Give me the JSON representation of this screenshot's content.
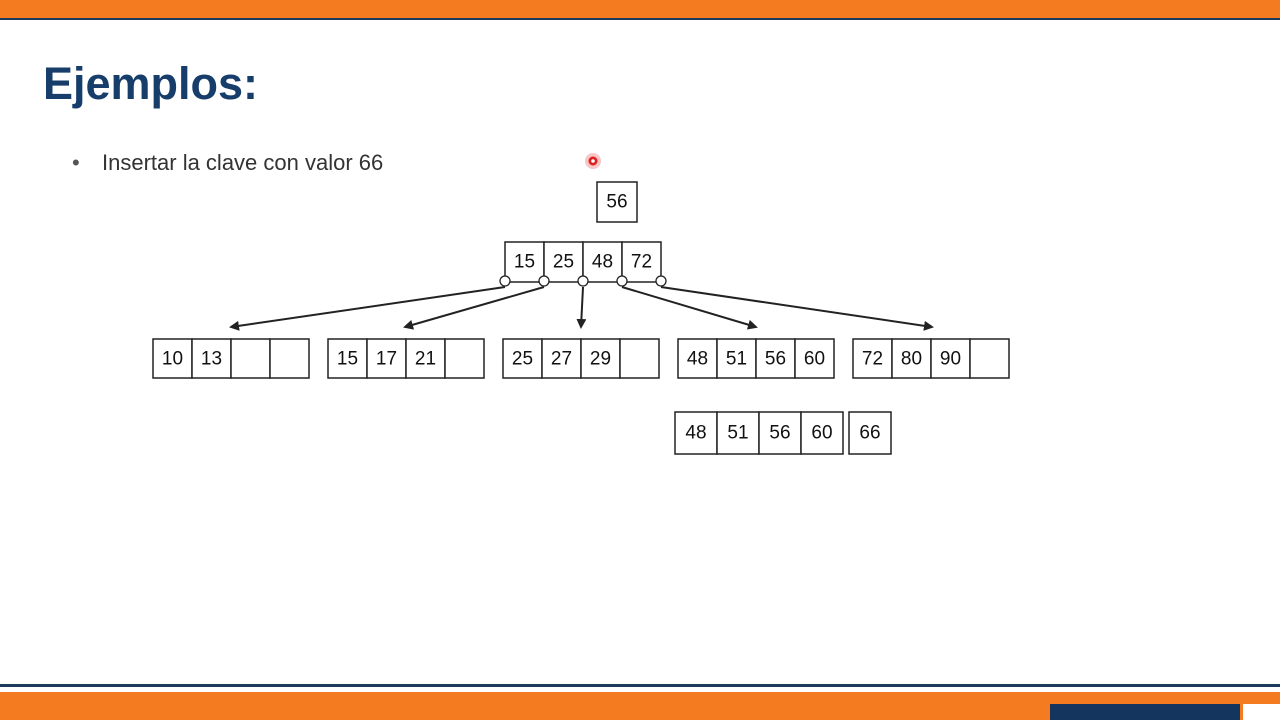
{
  "slide": {
    "title": "Ejemplos:",
    "bullets": [
      "Insertar la clave con valor 66"
    ]
  },
  "tree": {
    "promoted": [
      "56"
    ],
    "root": [
      "15",
      "25",
      "48",
      "72"
    ],
    "leaves": [
      [
        "10",
        "13",
        "",
        ""
      ],
      [
        "15",
        "17",
        "21",
        ""
      ],
      [
        "25",
        "27",
        "29",
        ""
      ],
      [
        "48",
        "51",
        "56",
        "60"
      ],
      [
        "72",
        "80",
        "90",
        ""
      ]
    ],
    "overflow": [
      "48",
      "51",
      "56",
      "60"
    ],
    "inserted": [
      "66"
    ]
  },
  "colors": {
    "accent": "#f47b20",
    "navy": "#173d6b",
    "cursor": "#e0201f"
  }
}
